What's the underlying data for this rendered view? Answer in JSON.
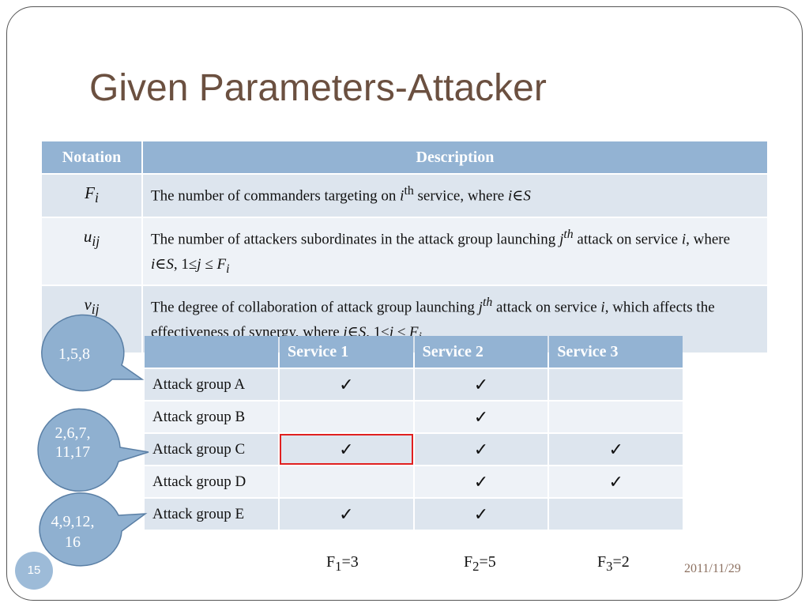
{
  "slide": {
    "title": "Given Parameters-Attacker",
    "date": "2011/11/29",
    "page_number": "15"
  },
  "notation_table": {
    "headers": [
      "Notation",
      "Description"
    ],
    "rows": [
      {
        "sym": "F",
        "sub": "i",
        "desc_a": "The number of commanders targeting on ",
        "desc_b": "i",
        "desc_c": "th",
        "desc_d": " service, where ",
        "desc_e": "i∈S"
      },
      {
        "sym": "u",
        "sub": "ij",
        "desc_a": "The number of attackers subordinates in the attack group launching ",
        "desc_b": "j",
        "desc_c": "th",
        "desc_d": " attack on service ",
        "desc_e": "i",
        "desc_f": ", where ",
        "desc_g": "i∈S",
        "desc_h": ", 1≤",
        "desc_i": "j ≤ F",
        "desc_j": "i"
      },
      {
        "sym": "v",
        "sub": "ij",
        "desc_a": "The degree of collaboration of attack group launching ",
        "desc_b": "j",
        "desc_c": "th",
        "desc_d": " attack on service ",
        "desc_e": "i",
        "desc_f": ", which affects the effectiveness of synergy, where ",
        "desc_g": "i∈S",
        "desc_h": ", 1≤",
        "desc_i": "j ≤ F",
        "desc_j": "i"
      }
    ]
  },
  "service_table": {
    "headers": [
      "",
      "Service 1",
      "Service 2",
      "Service 3"
    ],
    "check": "✓",
    "rows": [
      {
        "label": "Attack group A",
        "cells": [
          "✓",
          "✓",
          ""
        ]
      },
      {
        "label": "Attack group B",
        "cells": [
          "",
          "✓",
          ""
        ]
      },
      {
        "label": "Attack group C",
        "cells": [
          "✓",
          "✓",
          "✓"
        ]
      },
      {
        "label": "Attack group D",
        "cells": [
          "",
          "✓",
          "✓"
        ]
      },
      {
        "label": "Attack group E",
        "cells": [
          "✓",
          "✓",
          ""
        ]
      }
    ]
  },
  "callouts": [
    {
      "line1": "1,5,8",
      "line2": ""
    },
    {
      "line1": "2,6,7,",
      "line2": "11,17"
    },
    {
      "line1": "4,9,12,",
      "line2": "16"
    }
  ],
  "f_values": [
    {
      "base": "F",
      "sub": "1",
      "rest": "=3"
    },
    {
      "base": "F",
      "sub": "2",
      "rest": "=5"
    },
    {
      "base": "F",
      "sub": "3",
      "rest": "=2"
    }
  ],
  "colors": {
    "header_fill": "#93b3d3",
    "row_fill": "#dde5ee",
    "row_alt_fill": "#eef2f7",
    "bubble_fill": "#8fb0d0",
    "title_color": "#6b5040",
    "highlight": "#e02020"
  }
}
